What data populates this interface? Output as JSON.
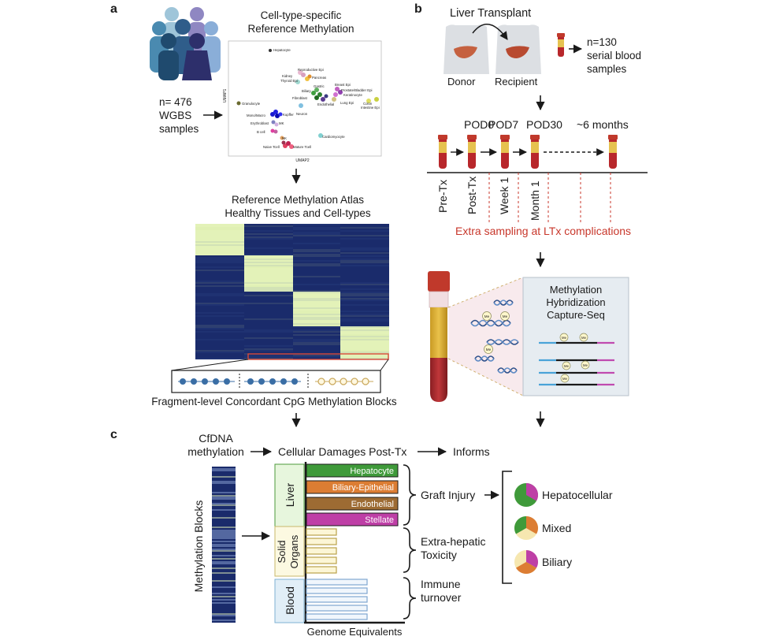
{
  "panel_a": {
    "label": "a",
    "title_line1": "Cell-type-specific",
    "title_line2": "Reference Methylation",
    "samples_line1": "n= 476",
    "samples_line2": "WGBS",
    "samples_line3": "samples",
    "umap_ylabel": "UMAP1",
    "umap_xlabel": "UMAP2",
    "umap_labels": [
      "Hepatocyte",
      "Reproductive Epi",
      "Kidney",
      "Pancreas",
      "Thyroid Epi",
      "Breast Epi",
      "Prostate/Bladder Epi",
      "Keratinocyte",
      "Biliary",
      "Gastric",
      "Fibroblast",
      "Endothelial",
      "Lung Epi",
      "Colon",
      "Intestine Epi",
      "Granulocyte",
      "Kupffer",
      "Mono/Macro",
      "Erythroblast",
      "MK",
      "Neuron",
      "B cell",
      "NK",
      "Cardiomyocyte",
      "Naive Tcell",
      "Mature Tcell"
    ],
    "atlas_title1": "Reference Methylation Atlas",
    "atlas_title2": "Healthy Tissues and Cell-types",
    "blocks_caption": "Fragment-level Concordant CpG Methylation Blocks"
  },
  "panel_b": {
    "label": "b",
    "title": "Liver Transplant",
    "donor": "Donor",
    "recipient": "Recipient",
    "samples_line1": "n=130",
    "samples_line2": "serial blood",
    "samples_line3": "samples",
    "timepoints": [
      "POD0",
      "POD7",
      "POD30",
      "~6 months"
    ],
    "axis_labels": [
      "Pre-Tx",
      "Post-Tx",
      "Week 1",
      "Month 1"
    ],
    "extra_sampling": "Extra sampling at LTx complications",
    "capture_line1": "Methylation",
    "capture_line2": "Hybridization",
    "capture_line3": "Capture-Seq",
    "me": "Me"
  },
  "panel_c": {
    "label": "c",
    "cfdna_line1": "CfDNA",
    "cfdna_line2": "methylation",
    "cellular_damages": "Cellular Damages Post-Tx",
    "informs": "Informs",
    "methylation_blocks": "Methylation Blocks",
    "group_liver": "Liver",
    "group_solid1": "Solid",
    "group_solid2": "Organs",
    "group_blood": "Blood",
    "liver_bars": [
      "Hepatocyte",
      "Biliary-Epithelial",
      "Endothelial",
      "Stellate"
    ],
    "graft_injury": "Graft Injury",
    "extra_line1": "Extra-hepatic",
    "extra_line2": "Toxicity",
    "immune_line1": "Immune",
    "immune_line2": "turnover",
    "genome_equivalents": "Genome Equivalents",
    "outcomes": [
      "Hepatocellular",
      "Mixed",
      "Biliary"
    ]
  },
  "colors": {
    "hepatocyte": "#3f9a3a",
    "biliary": "#dc7d33",
    "endothelial": "#9d6b33",
    "stellate": "#be3fa6",
    "heatmap_dark": "#1a2b6b",
    "heatmap_light": "#e3f2b8",
    "red_text": "#c8372b"
  }
}
